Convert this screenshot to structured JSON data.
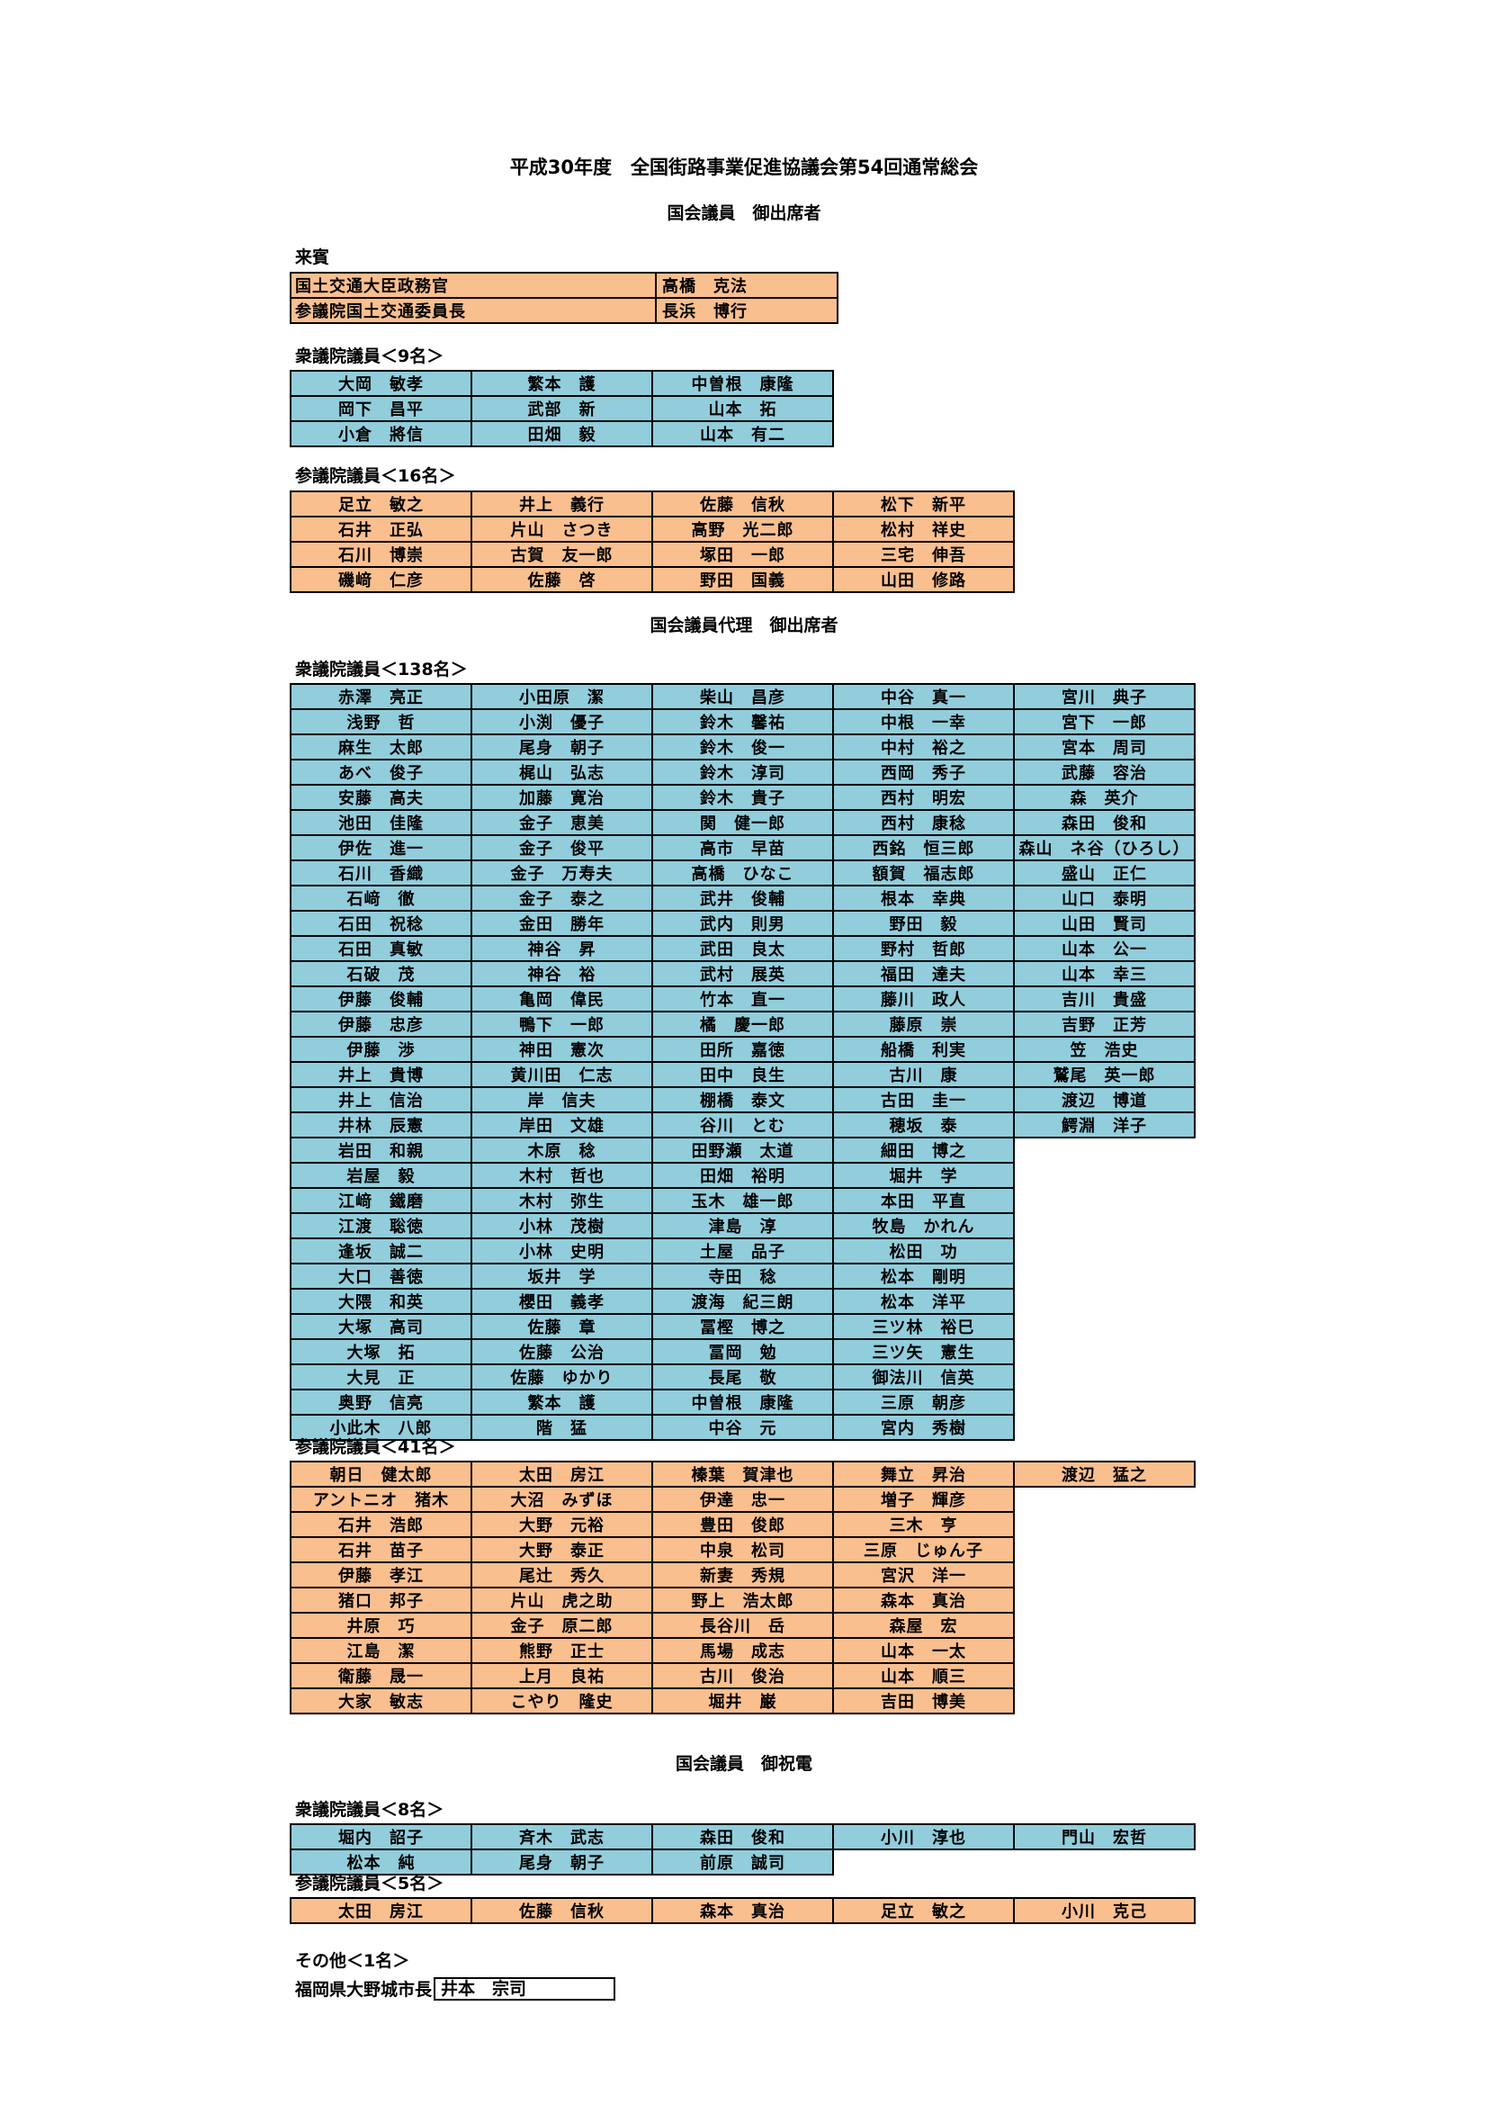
{
  "title": "平成30年度　全国街路事業促進協議会第54回通常総会",
  "sections": {
    "attend_heading": "国会議員　御出席者",
    "proxy_heading": "国会議員代理　御出席者",
    "telegram_heading": "国会議員　御祝電"
  },
  "guests": {
    "label": "来賓",
    "rows": [
      [
        "国土交通大臣政務官",
        "高橋　克法"
      ],
      [
        "参議院国土交通委員長",
        "長浜　博行"
      ]
    ]
  },
  "attend_shugiin": {
    "label": "衆議院議員＜9名＞",
    "rows": [
      [
        "大岡　敏孝",
        "繁本　護",
        "中曽根　康隆"
      ],
      [
        "岡下　昌平",
        "武部　新",
        "山本　拓"
      ],
      [
        "小倉　將信",
        "田畑　毅",
        "山本　有二"
      ]
    ]
  },
  "attend_sangiin": {
    "label": "参議院議員＜16名＞",
    "rows": [
      [
        "足立　敏之",
        "井上　義行",
        "佐藤　信秋",
        "松下　新平"
      ],
      [
        "石井　正弘",
        "片山　さつき",
        "高野　光二郎",
        "松村　祥史"
      ],
      [
        "石川　博崇",
        "古賀　友一郎",
        "塚田　一郎",
        "三宅　伸吾"
      ],
      [
        "磯﨑　仁彦",
        "佐藤　啓",
        "野田　国義",
        "山田　修路"
      ]
    ]
  },
  "proxy_shugiin": {
    "label": "衆議院議員＜138名＞",
    "rows": [
      [
        "赤澤　亮正",
        "小田原　潔",
        "柴山　昌彦",
        "中谷　真一",
        "宮川　典子"
      ],
      [
        "浅野　哲",
        "小渕　優子",
        "鈴木　馨祐",
        "中根　一幸",
        "宮下　一郎"
      ],
      [
        "麻生　太郎",
        "尾身　朝子",
        "鈴木　俊一",
        "中村　裕之",
        "宮本　周司"
      ],
      [
        "あべ　俊子",
        "梶山　弘志",
        "鈴木　淳司",
        "西岡　秀子",
        "武藤　容治"
      ],
      [
        "安藤　高夫",
        "加藤　寛治",
        "鈴木　貴子",
        "西村　明宏",
        "森　英介"
      ],
      [
        "池田　佳隆",
        "金子　恵美",
        "関　健一郎",
        "西村　康稔",
        "森田　俊和"
      ],
      [
        "伊佐　進一",
        "金子　俊平",
        "高市　早苗",
        "西銘　恒三郎",
        "森山　ネ谷（ひろし）"
      ],
      [
        "石川　香織",
        "金子　万寿夫",
        "高橋　ひなこ",
        "額賀　福志郎",
        "盛山　正仁"
      ],
      [
        "石﨑　徹",
        "金子　泰之",
        "武井　俊輔",
        "根本　幸典",
        "山口　泰明"
      ],
      [
        "石田　祝稔",
        "金田　勝年",
        "武内　則男",
        "野田　毅",
        "山田　賢司"
      ],
      [
        "石田　真敏",
        "神谷　昇",
        "武田　良太",
        "野村　哲郎",
        "山本　公一"
      ],
      [
        "石破　茂",
        "神谷　裕",
        "武村　展英",
        "福田　達夫",
        "山本　幸三"
      ],
      [
        "伊藤　俊輔",
        "亀岡　偉民",
        "竹本　直一",
        "藤川　政人",
        "吉川　貴盛"
      ],
      [
        "伊藤　忠彦",
        "鴨下　一郎",
        "橘　慶一郎",
        "藤原　崇",
        "吉野　正芳"
      ],
      [
        "伊藤　渉",
        "神田　憲次",
        "田所　嘉徳",
        "船橋　利実",
        "笠　浩史"
      ],
      [
        "井上　貴博",
        "黄川田　仁志",
        "田中　良生",
        "古川　康",
        "鷲尾　英一郎"
      ],
      [
        "井上　信治",
        "岸　信夫",
        "棚橋　泰文",
        "古田　圭一",
        "渡辺　博道"
      ],
      [
        "井林　辰憲",
        "岸田　文雄",
        "谷川　とむ",
        "穂坂　泰",
        "鰐淵　洋子"
      ],
      [
        "岩田　和親",
        "木原　稔",
        "田野瀬　太道",
        "細田　博之",
        ""
      ],
      [
        "岩屋　毅",
        "木村　哲也",
        "田畑　裕明",
        "堀井　学",
        ""
      ],
      [
        "江﨑　鐵磨",
        "木村　弥生",
        "玉木　雄一郎",
        "本田　平直",
        ""
      ],
      [
        "江渡　聡徳",
        "小林　茂樹",
        "津島　淳",
        "牧島　かれん",
        ""
      ],
      [
        "逢坂　誠二",
        "小林　史明",
        "土屋　品子",
        "松田　功",
        ""
      ],
      [
        "大口　善徳",
        "坂井　学",
        "寺田　稔",
        "松本　剛明",
        ""
      ],
      [
        "大隈　和英",
        "櫻田　義孝",
        "渡海　紀三朗",
        "松本　洋平",
        ""
      ],
      [
        "大塚　高司",
        "佐藤　章",
        "冨樫　博之",
        "三ツ林　裕巳",
        ""
      ],
      [
        "大塚　拓",
        "佐藤　公治",
        "冨岡　勉",
        "三ツ矢　憲生",
        ""
      ],
      [
        "大見　正",
        "佐藤　ゆかり",
        "長尾　敬",
        "御法川　信英",
        ""
      ],
      [
        "奥野　信亮",
        "繁本　護",
        "中曽根　康隆",
        "三原　朝彦",
        ""
      ],
      [
        "小此木　八郎",
        "階　猛",
        "中谷　元",
        "宮内　秀樹",
        ""
      ]
    ]
  },
  "proxy_sangiin": {
    "label": "参議院議員＜41名＞",
    "rows": [
      [
        "朝日　健太郎",
        "太田　房江",
        "榛葉　賀津也",
        "舞立　昇治",
        "渡辺　猛之"
      ],
      [
        "アントニオ　猪木",
        "大沼　みずほ",
        "伊達　忠一",
        "増子　輝彦",
        ""
      ],
      [
        "石井　浩郎",
        "大野　元裕",
        "豊田　俊郎",
        "三木　亨",
        ""
      ],
      [
        "石井　苗子",
        "大野　泰正",
        "中泉　松司",
        "三原　じゅん子",
        ""
      ],
      [
        "伊藤　孝江",
        "尾辻　秀久",
        "新妻　秀規",
        "宮沢　洋一",
        ""
      ],
      [
        "猪口　邦子",
        "片山　虎之助",
        "野上　浩太郎",
        "森本　真治",
        ""
      ],
      [
        "井原　巧",
        "金子　原二郎",
        "長谷川　岳",
        "森屋　宏",
        ""
      ],
      [
        "江島　潔",
        "熊野　正士",
        "馬場　成志",
        "山本　一太",
        ""
      ],
      [
        "衛藤　晟一",
        "上月　良祐",
        "古川　俊治",
        "山本　順三",
        ""
      ],
      [
        "大家　敏志",
        "こやり　隆史",
        "堀井　巌",
        "吉田　博美",
        ""
      ]
    ]
  },
  "telegram_shugiin": {
    "label": "衆議院議員＜8名＞",
    "rows": [
      [
        "堀内　詔子",
        "斉木　武志",
        "森田　俊和",
        "小川　淳也",
        "門山　宏哲"
      ],
      [
        "松本　純",
        "尾身　朝子",
        "前原　誠司",
        "",
        ""
      ]
    ]
  },
  "telegram_sangiin": {
    "label": "参議院議員＜5名＞",
    "rows": [
      [
        "太田　房江",
        "佐藤　信秋",
        "森本　真治",
        "足立　敏之",
        "小川　克己"
      ]
    ]
  },
  "other": {
    "label": "その他＜1名＞",
    "role": "福岡県大野城市長",
    "name": "井本　宗司"
  },
  "colors": {
    "shugiin_fill": "#92cddc",
    "sangiin_fill": "#fabf8f"
  }
}
